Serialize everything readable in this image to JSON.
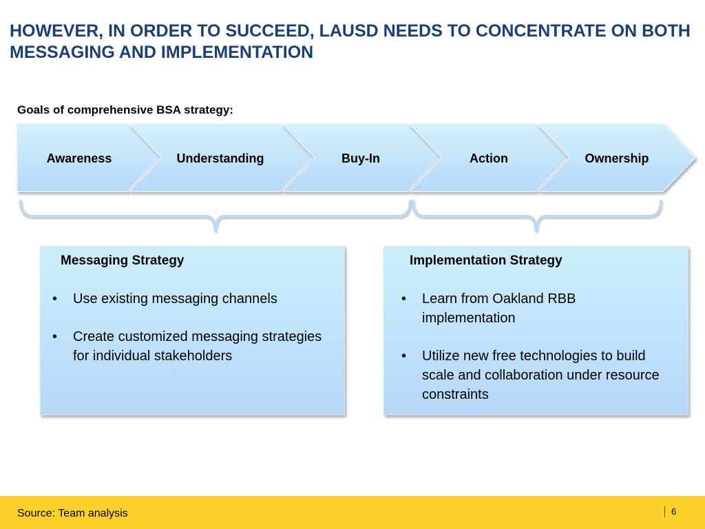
{
  "slide": {
    "title": "HOWEVER, IN ORDER TO SUCCEED, LAUSD NEEDS TO CONCENTRATE ON BOTH MESSAGING AND IMPLEMENTATION",
    "subtitle": "Goals of comprehensive BSA strategy:"
  },
  "chevrons": [
    {
      "label": "Awareness"
    },
    {
      "label": "Understanding"
    },
    {
      "label": "Buy-In"
    },
    {
      "label": "Action"
    },
    {
      "label": "Ownership"
    }
  ],
  "messaging": {
    "title": "Messaging Strategy",
    "bullets": [
      "Use existing messaging channels",
      "Create customized messaging strategies for individual stakeholders"
    ]
  },
  "implementation": {
    "title": "Implementation Strategy",
    "bullets": [
      "Learn from Oakland RBB implementation",
      "Utilize new free technologies to build scale and collaboration under resource constraints"
    ]
  },
  "footer": {
    "source": "Source: Team analysis",
    "page_number": "6"
  },
  "colors": {
    "title": "#1a3d7c",
    "footer": "#fcd22a",
    "chevron_fill": "#c8e8fb"
  }
}
